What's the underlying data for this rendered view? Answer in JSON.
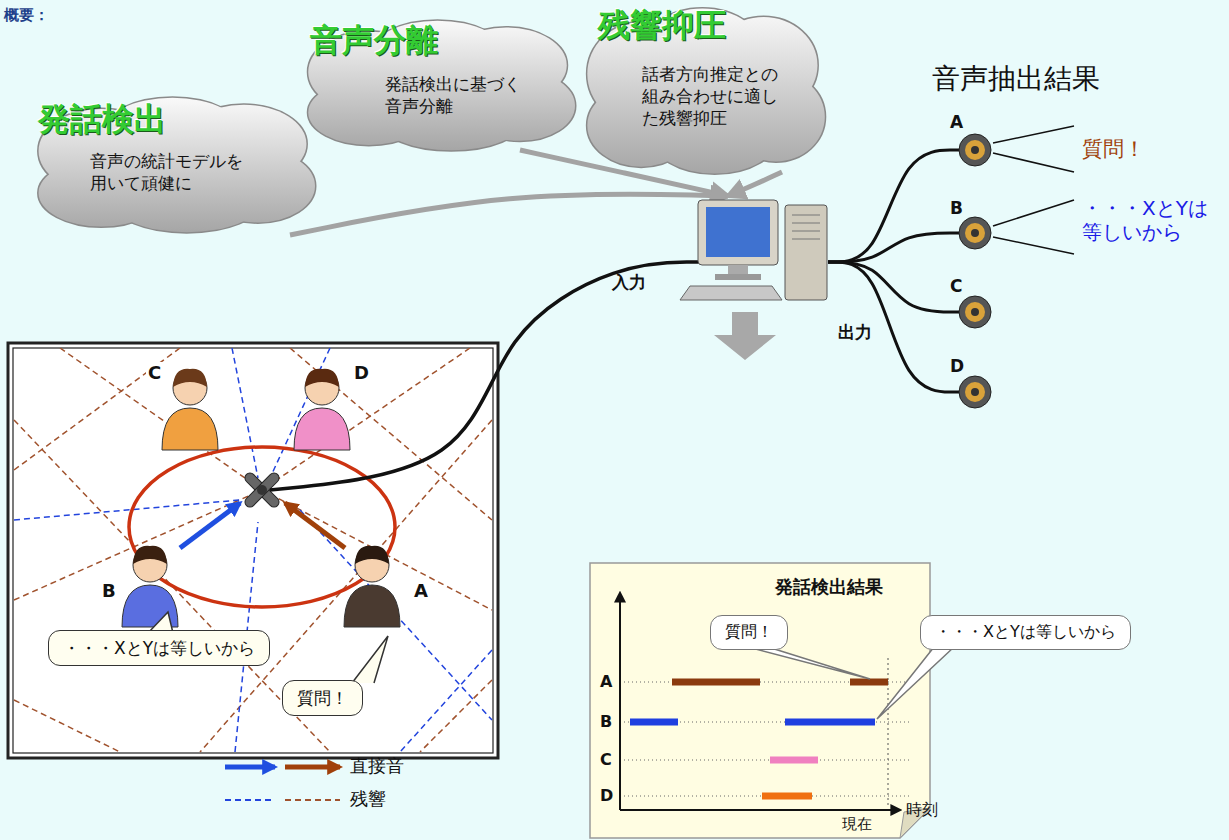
{
  "diagram": {
    "nodes": [
      {
        "text": [
          "発話検出",
          "音声の統計モデルを用いて頑健に"
        ]
      },
      {
        "text": [
          "音声分離",
          "発話検出に基づく音声分離"
        ]
      },
      {
        "text": [
          "残響抑圧",
          "話者方向推定との組み合わせに適した残響抑圧"
        ]
      },
      {
        "text": [
          "・・・XとYは等しいから"
        ]
      },
      {
        "text": [
          "質問！"
        ]
      },
      {
        "text": [
          "発話検出結果"
        ]
      },
      {
        "text": [
          "質問！"
        ],
        "in": 5
      },
      {
        "text": [
          "・・・XとYは等しいから"
        ],
        "in": 5
      }
    ],
    "labels": [
      "概要：",
      "音声抽出結果",
      "A",
      "質問！",
      "B",
      "・・・XとYは等しいから",
      "C",
      "D",
      "入力",
      "出力",
      "C",
      "D",
      "B",
      "A",
      "A",
      "B",
      "C",
      "D",
      "時刻",
      "現在"
    ],
    "legend": [
      {
        "text": "直接音"
      },
      {
        "text": "残響"
      }
    ]
  }
}
